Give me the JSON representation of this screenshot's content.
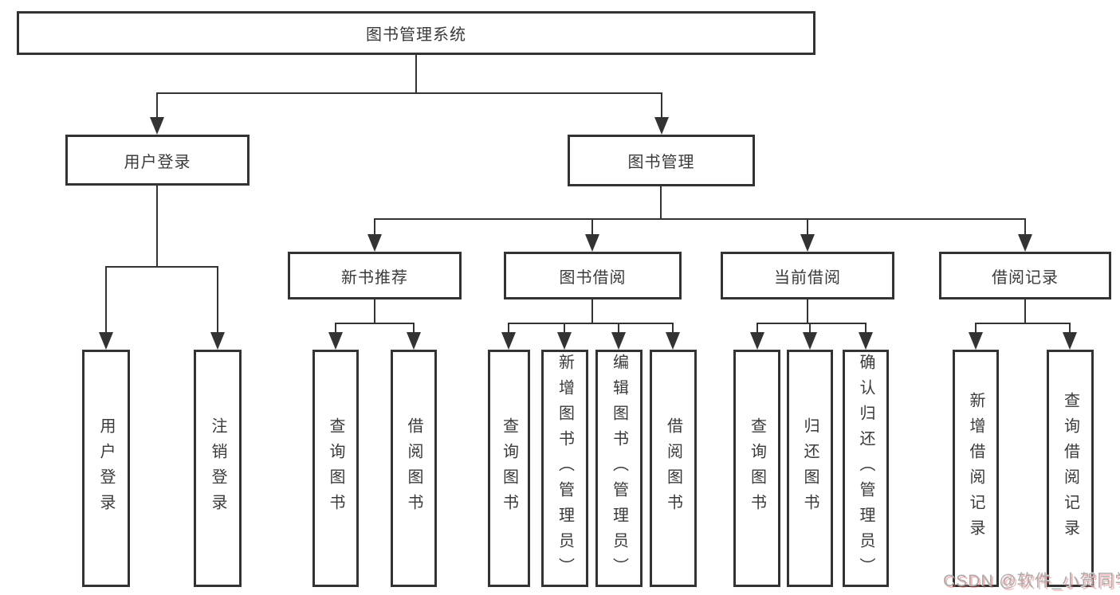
{
  "diagram_type": "hierarchy-tree",
  "palette": {
    "line_color": "#333333",
    "box_border_color": "#333333",
    "box_fill": "#ffffff",
    "text_color": "#3a3a3a",
    "background": "#ffffff",
    "watermark_color": "#ababab",
    "watermark_shadow": "#f06464"
  },
  "tree": {
    "label": "图书管理系统",
    "children": [
      {
        "label": "用户登录",
        "children": [
          {
            "label": "用户登录"
          },
          {
            "label": "注销登录"
          }
        ]
      },
      {
        "label": "图书管理",
        "children": [
          {
            "label": "新书推荐",
            "children": [
              {
                "label": "查询图书"
              },
              {
                "label": "借阅图书"
              }
            ]
          },
          {
            "label": "图书借阅",
            "children": [
              {
                "label": "查询图书"
              },
              {
                "label": "新增图书（管理员）"
              },
              {
                "label": "编辑图书（管理员）"
              },
              {
                "label": "借阅图书"
              }
            ]
          },
          {
            "label": "当前借阅",
            "children": [
              {
                "label": "查询图书"
              },
              {
                "label": "归还图书"
              },
              {
                "label": "确认归还（管理员）"
              }
            ]
          },
          {
            "label": "借阅记录",
            "children": [
              {
                "label": "新增借阅记录"
              },
              {
                "label": "查询借阅记录"
              }
            ]
          }
        ]
      }
    ]
  },
  "watermark": {
    "text": "CSDN @软件_小贺同学"
  }
}
